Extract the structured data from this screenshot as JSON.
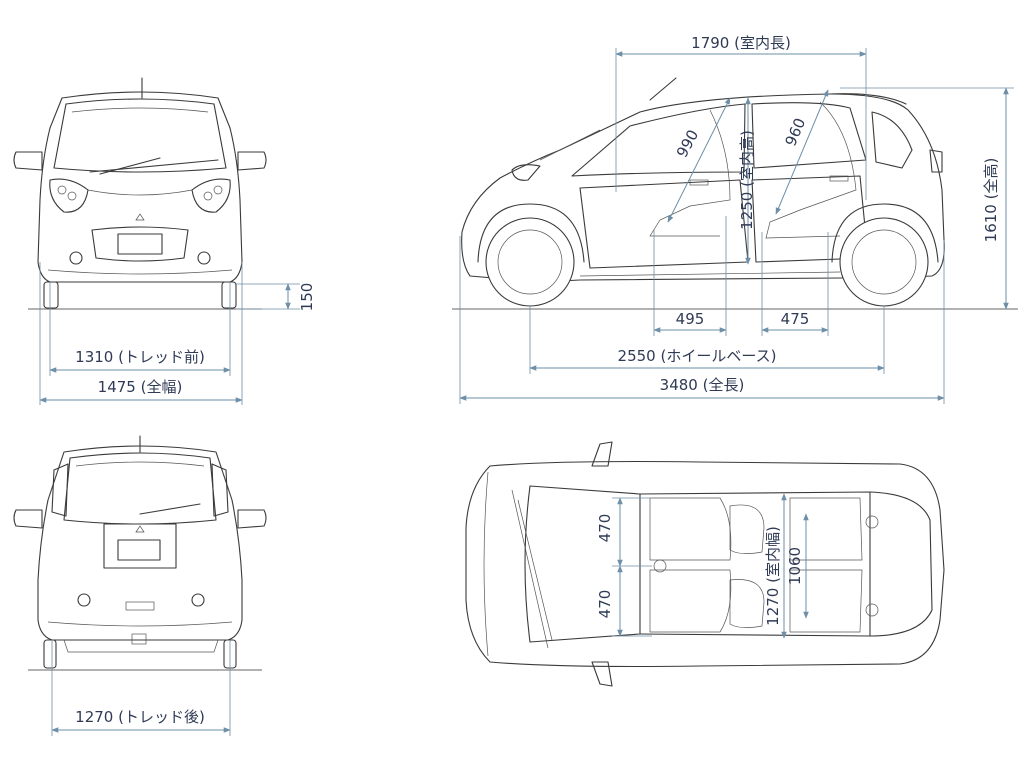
{
  "colors": {
    "dimension": "#6e8fa8",
    "outline": "#3a3a3a",
    "label": "#2f3a55"
  },
  "front_view": {
    "tread_front": "1310 (トレッド前)",
    "overall_width": "1475 (全幅)",
    "ground_clearance": "150"
  },
  "side_view": {
    "interior_length": "1790 (室内長)",
    "overall_height": "1610 (全高)",
    "front_seat_dim": "990",
    "rear_seat_dim": "960",
    "interior_height": "1250 (室内高)",
    "front_seat_depth": "495",
    "rear_seat_depth": "475",
    "wheelbase": "2550 (ホイールベース)",
    "overall_length": "3480 (全長)"
  },
  "rear_view": {
    "tread_rear": "1270 (トレッド後)"
  },
  "top_view": {
    "front_seat_width_1": "470",
    "front_seat_width_2": "470",
    "interior_width": "1270 (室内幅)",
    "rear_width": "1060"
  }
}
